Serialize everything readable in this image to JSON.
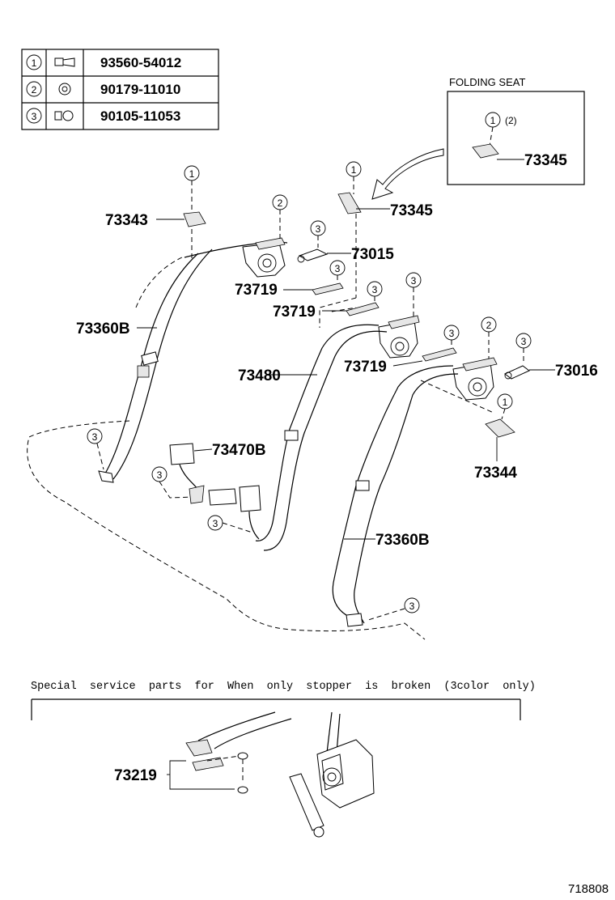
{
  "legend": [
    {
      "num": "1",
      "part": "93560-54012",
      "icon": "bolt-icon"
    },
    {
      "num": "2",
      "part": "90179-11010",
      "icon": "nut-icon"
    },
    {
      "num": "3",
      "part": "90105-11053",
      "icon": "bolt-washer-icon"
    }
  ],
  "inset": {
    "title": "FOLDING SEAT",
    "ref_num": "1",
    "ref_extra": "(2)",
    "part": "73345"
  },
  "labels": {
    "p73343": "73343",
    "p73345": "73345",
    "p73015": "73015",
    "p73719_a": "73719",
    "p73719_b": "73719",
    "p73719_c": "73719",
    "p73360B_a": "73360B",
    "p73480": "73480",
    "p73016": "73016",
    "p73470B": "73470B",
    "p73344": "73344",
    "p73360B_b": "73360B",
    "p73219": "73219"
  },
  "callouts": {
    "c1": "1",
    "c2": "2",
    "c3": "3"
  },
  "service_note": "Special  service  parts  for  When  only  stopper  is  broken  (3color  only)",
  "figure_id": "718808"
}
